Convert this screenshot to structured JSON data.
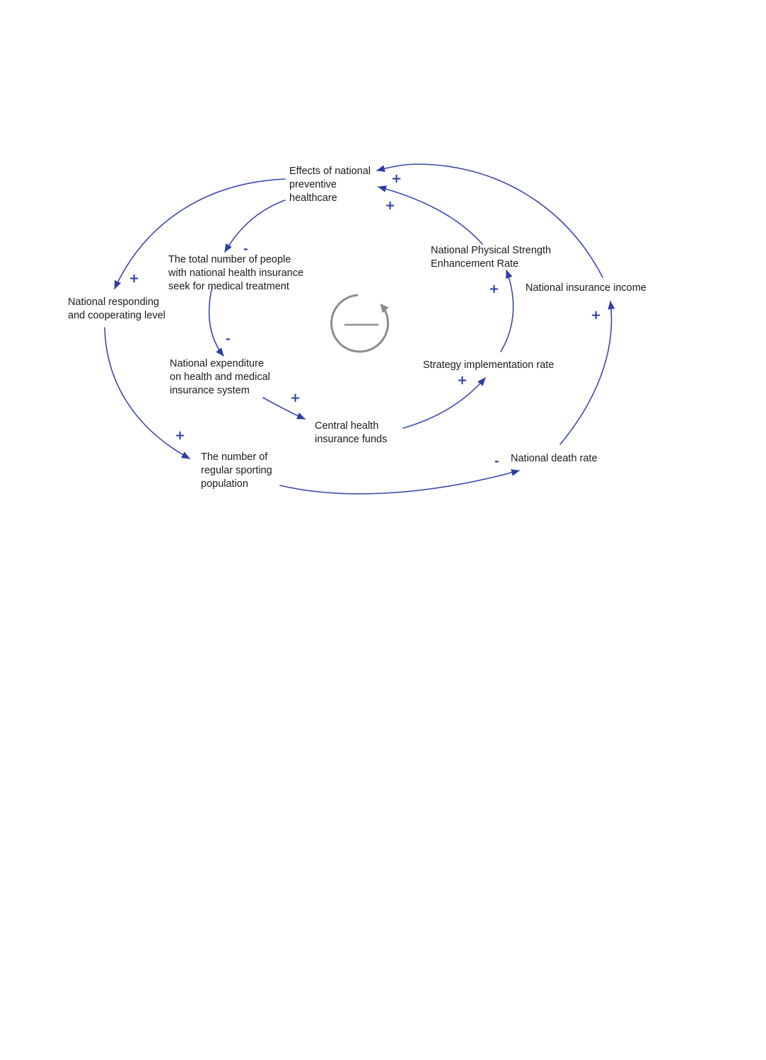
{
  "nodes": {
    "preventive": [
      "Effects of national",
      "preventive",
      "healthcare"
    ],
    "total_people": [
      "The total number of people",
      "with national health insurance",
      "seek for medical treatment"
    ],
    "responding": [
      "National responding",
      "and cooperating level"
    ],
    "expenditure": [
      "National expenditure",
      "on health and medical",
      "insurance system"
    ],
    "central_funds": [
      "Central health",
      "insurance funds"
    ],
    "sporting_population": [
      "The number of",
      "regular sporting",
      "population"
    ],
    "physical_strength": [
      "National Physical Strength",
      "Enhancement Rate"
    ],
    "insurance_income": [
      "National insurance income"
    ],
    "strategy_rate": [
      "Strategy implementation rate"
    ],
    "death_rate": [
      "National death rate"
    ]
  },
  "polarity": {
    "income_to_preventive": "+",
    "strength_to_preventive": "+",
    "preventive_to_total": "-",
    "preventive_to_responding": "+",
    "total_to_expenditure": "-",
    "expenditure_to_funds": "+",
    "funds_to_strategy": "+",
    "strategy_to_strength": "+",
    "death_to_income": "+",
    "responding_to_sporting": "+",
    "sporting_to_death": "-"
  },
  "loop_indicator": {
    "icon": "balancing-loop-icon",
    "symbol": "—"
  },
  "colors": {
    "arrow": "#2e3ea6",
    "sign": "#2e3ea6",
    "loop_icon": "#8c8c8c",
    "text": "#1a1a1a"
  }
}
